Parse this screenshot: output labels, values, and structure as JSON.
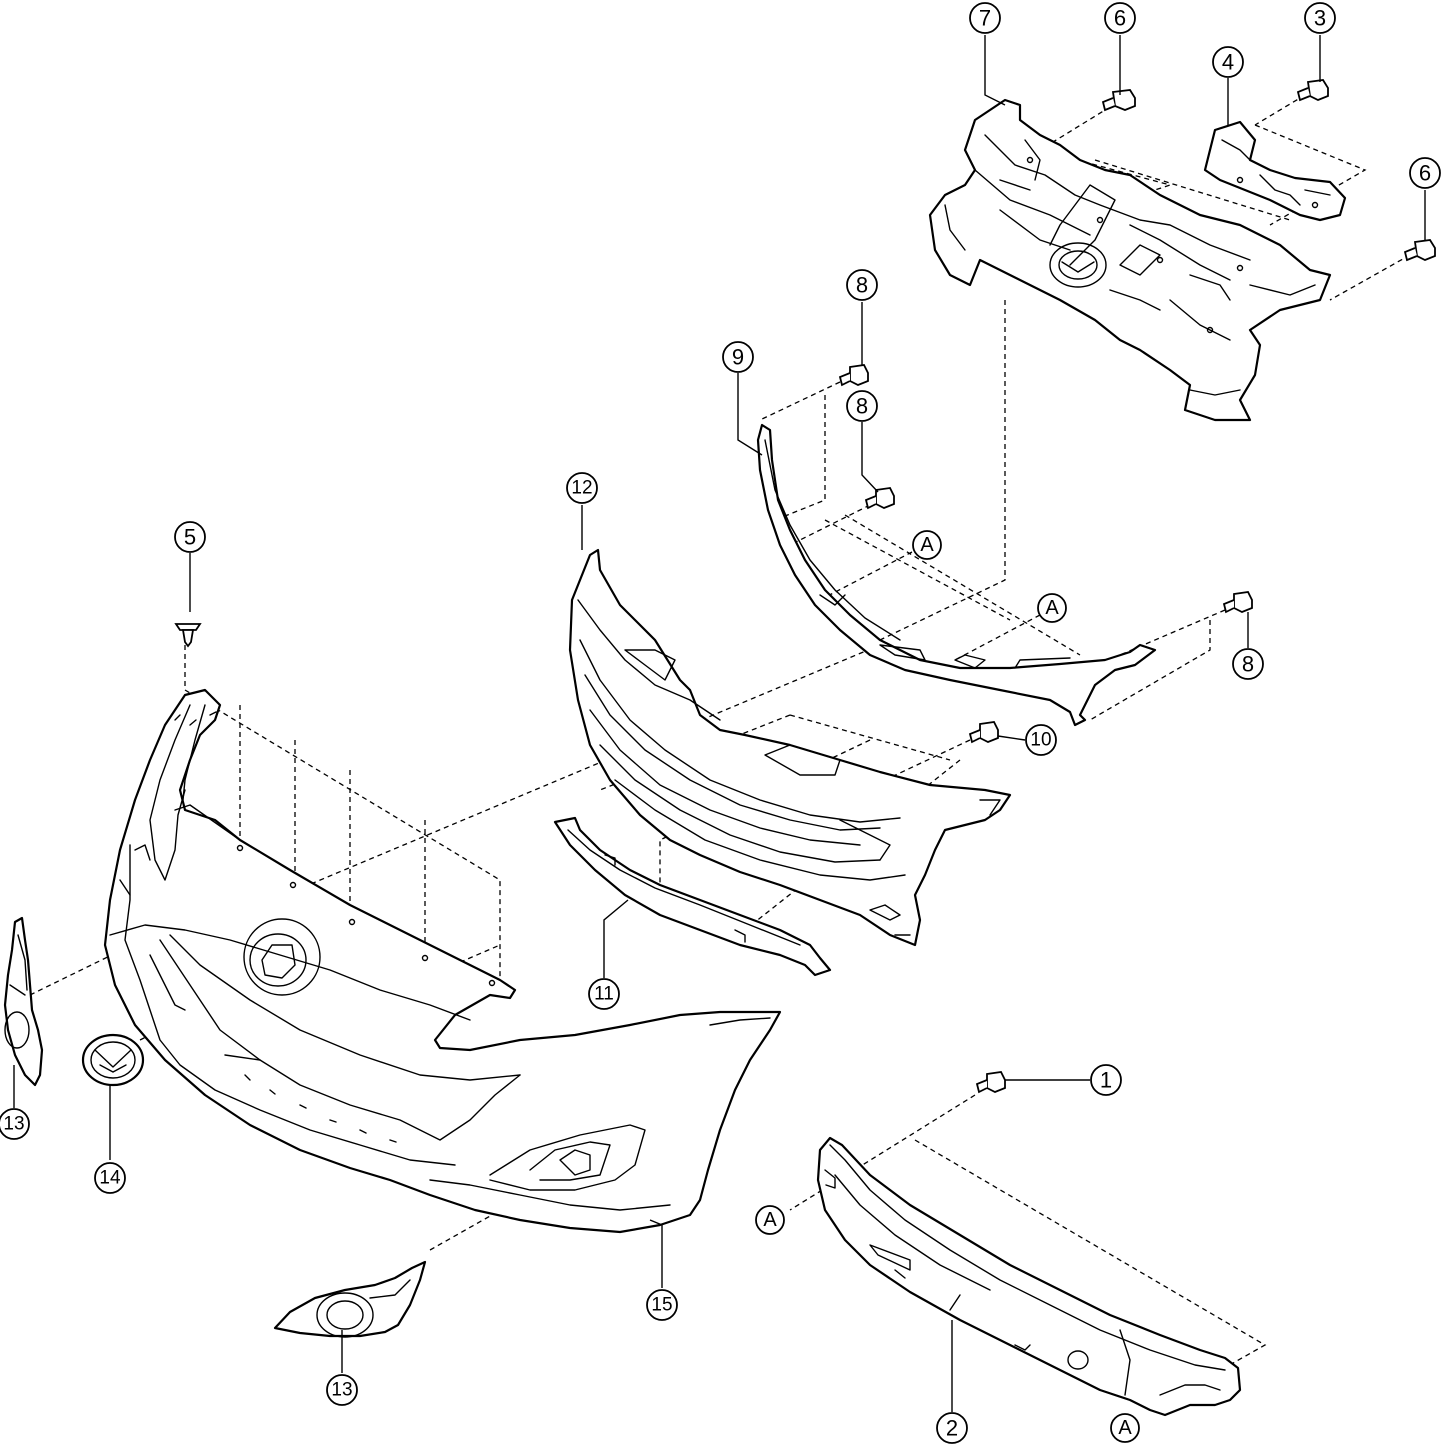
{
  "callouts": [
    {
      "id": "c7",
      "label": "7"
    },
    {
      "id": "c6a",
      "label": "6"
    },
    {
      "id": "c3",
      "label": "3"
    },
    {
      "id": "c4",
      "label": "4"
    },
    {
      "id": "c6b",
      "label": "6"
    },
    {
      "id": "c8a",
      "label": "8"
    },
    {
      "id": "c9",
      "label": "9"
    },
    {
      "id": "c8b",
      "label": "8"
    },
    {
      "id": "c12",
      "label": "12"
    },
    {
      "id": "c5",
      "label": "5"
    },
    {
      "id": "c8c",
      "label": "8"
    },
    {
      "id": "c10",
      "label": "10"
    },
    {
      "id": "c11",
      "label": "11"
    },
    {
      "id": "c13a",
      "label": "13"
    },
    {
      "id": "c14",
      "label": "14"
    },
    {
      "id": "c1",
      "label": "1"
    },
    {
      "id": "c15",
      "label": "15"
    },
    {
      "id": "c13b",
      "label": "13"
    },
    {
      "id": "c2",
      "label": "2"
    }
  ],
  "references": [
    {
      "id": "refA1",
      "label": "A"
    },
    {
      "id": "refA2",
      "label": "A"
    },
    {
      "id": "refA3",
      "label": "A"
    },
    {
      "id": "refA4",
      "label": "A"
    }
  ]
}
